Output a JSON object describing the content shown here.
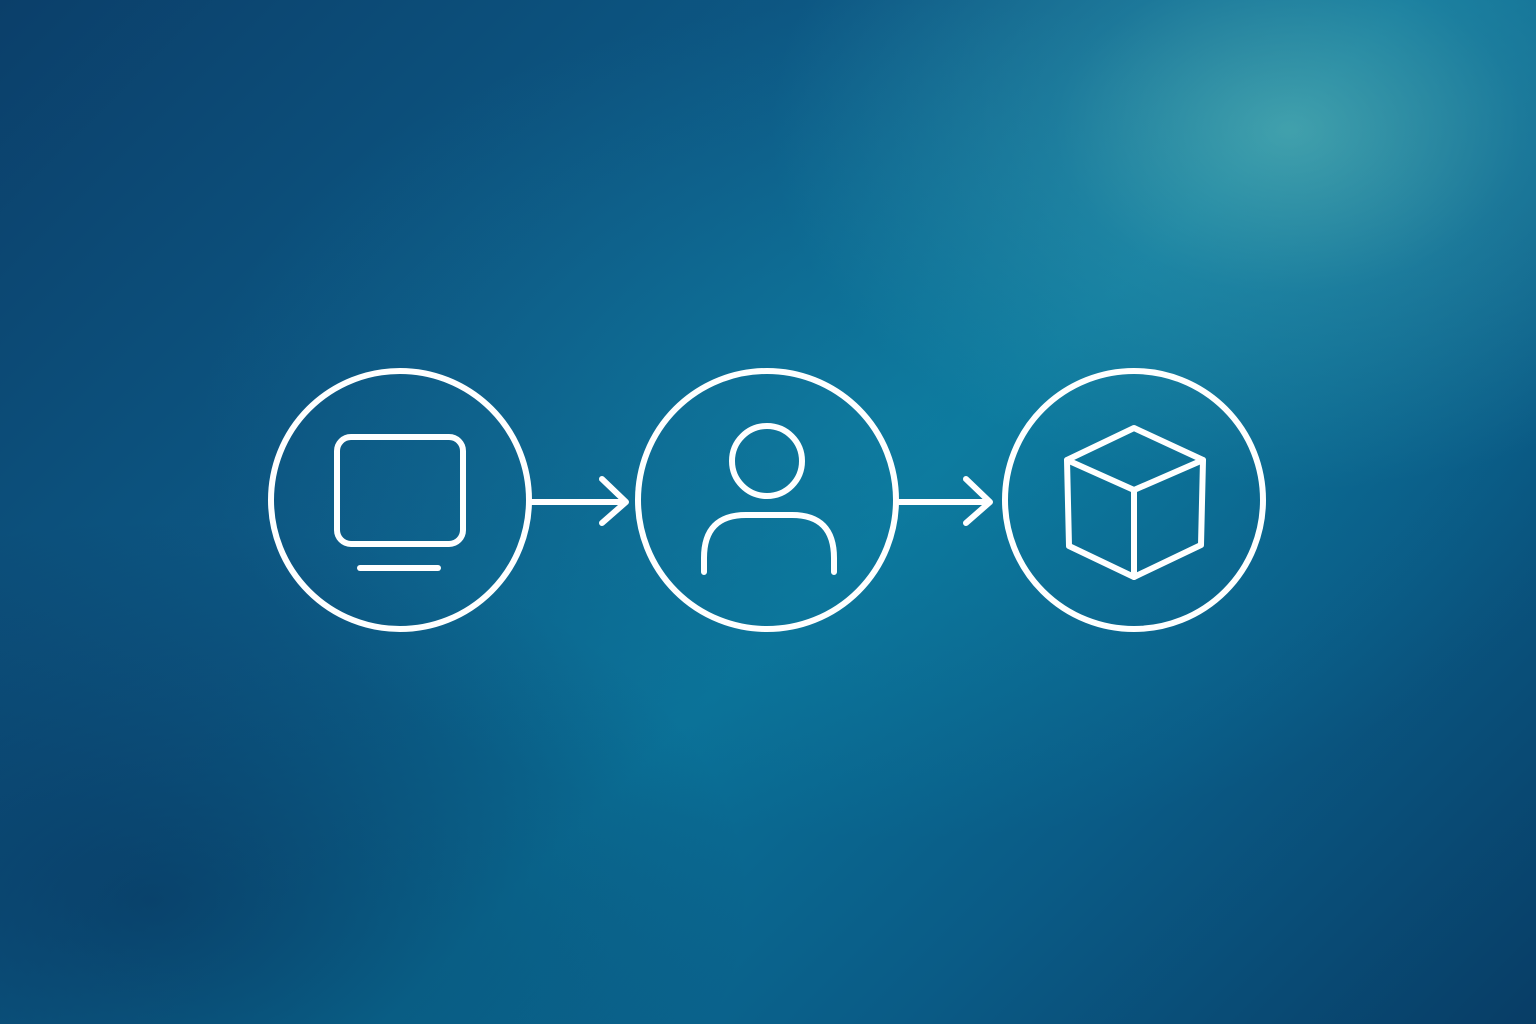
{
  "colors": {
    "background_dark": "#0b3f6a",
    "background_mid": "#0a6f96",
    "glow": "#6ec8be",
    "line": "#ffffff"
  },
  "nodes": [
    {
      "icon": "monitor-icon"
    },
    {
      "icon": "user-icon"
    },
    {
      "icon": "cube-icon"
    }
  ],
  "connectors": [
    {
      "from": 0,
      "to": 1,
      "icon": "arrow-right-icon"
    },
    {
      "from": 1,
      "to": 2,
      "icon": "arrow-right-icon"
    }
  ]
}
